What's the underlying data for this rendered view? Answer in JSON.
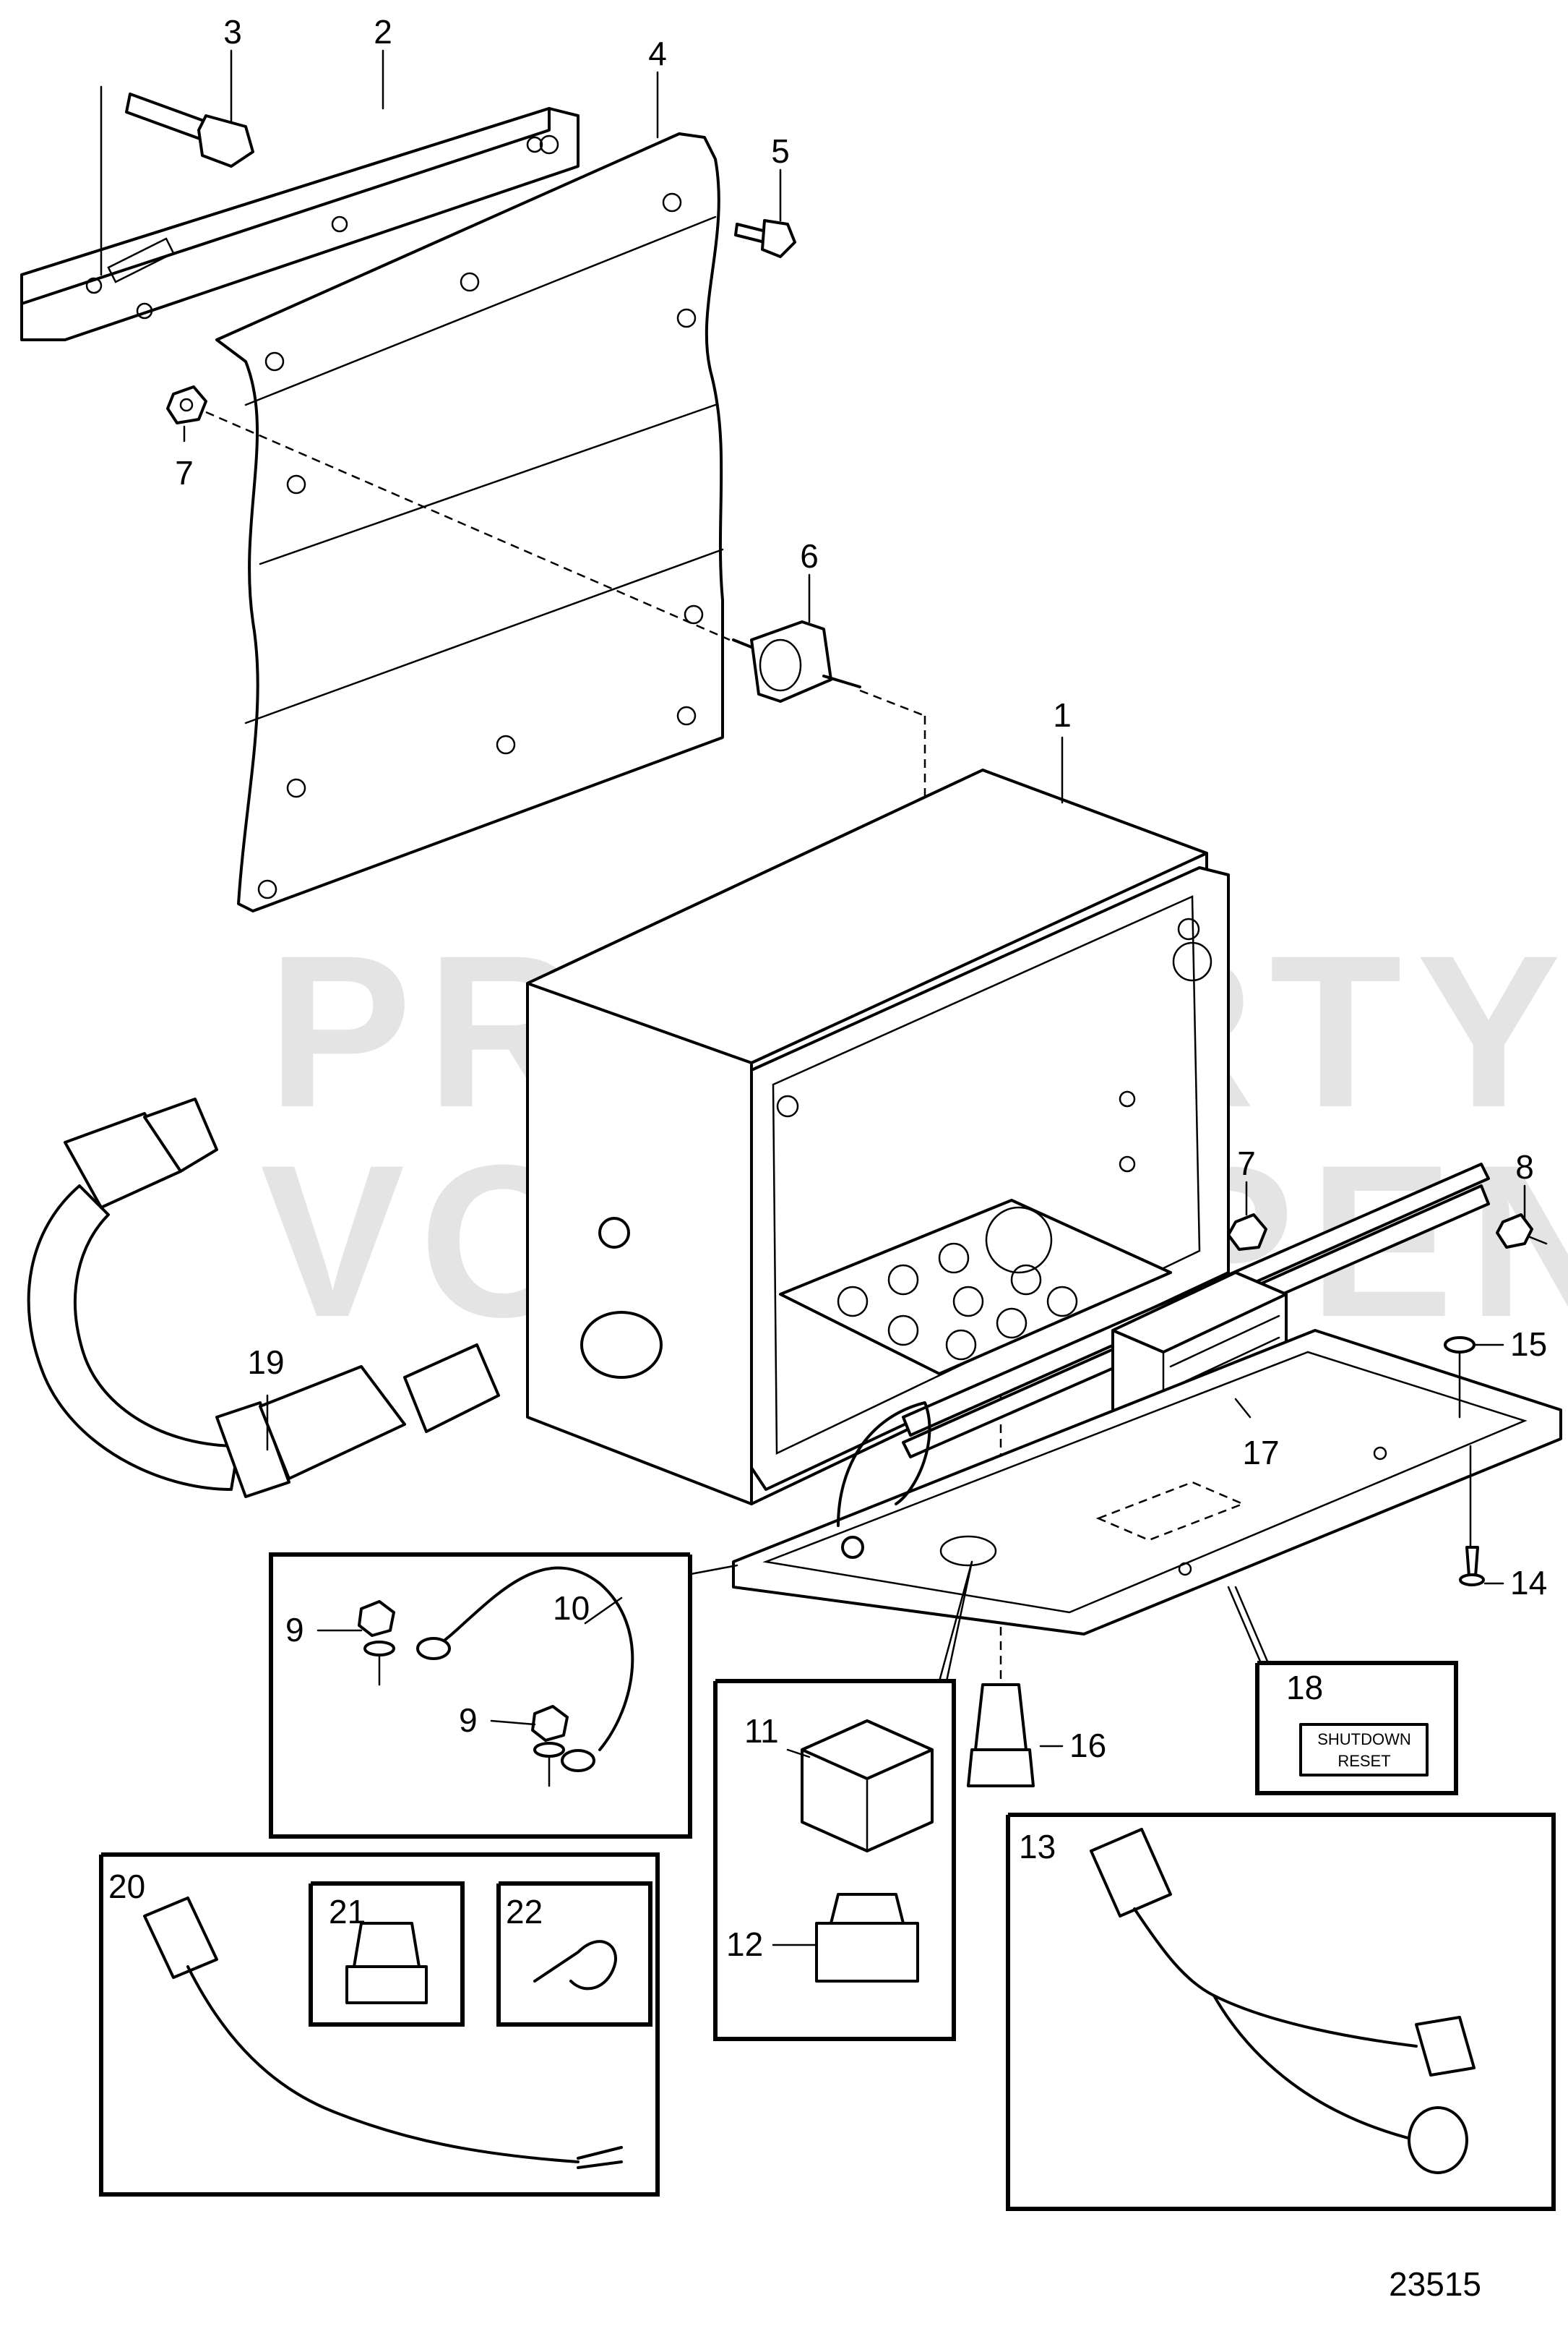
{
  "watermark": {
    "line1": "PROPERTY OF",
    "line2": "VOLVO PENTA"
  },
  "figure_number": "23515",
  "decal_text": {
    "line1": "SHUTDOWN",
    "line2": "RESET"
  },
  "callouts": {
    "c1": "1",
    "c2": "2",
    "c3": "3",
    "c4": "4",
    "c5": "5",
    "c6": "6",
    "c7a": "7",
    "c7b": "7",
    "c8": "8",
    "c9a": "9",
    "c9b": "9",
    "c10": "10",
    "c11": "11",
    "c12": "12",
    "c13": "13",
    "c14": "14",
    "c15": "15",
    "c16": "16",
    "c17": "17",
    "c18": "18",
    "c19": "19",
    "c20": "20",
    "c21": "21",
    "c22": "22"
  }
}
